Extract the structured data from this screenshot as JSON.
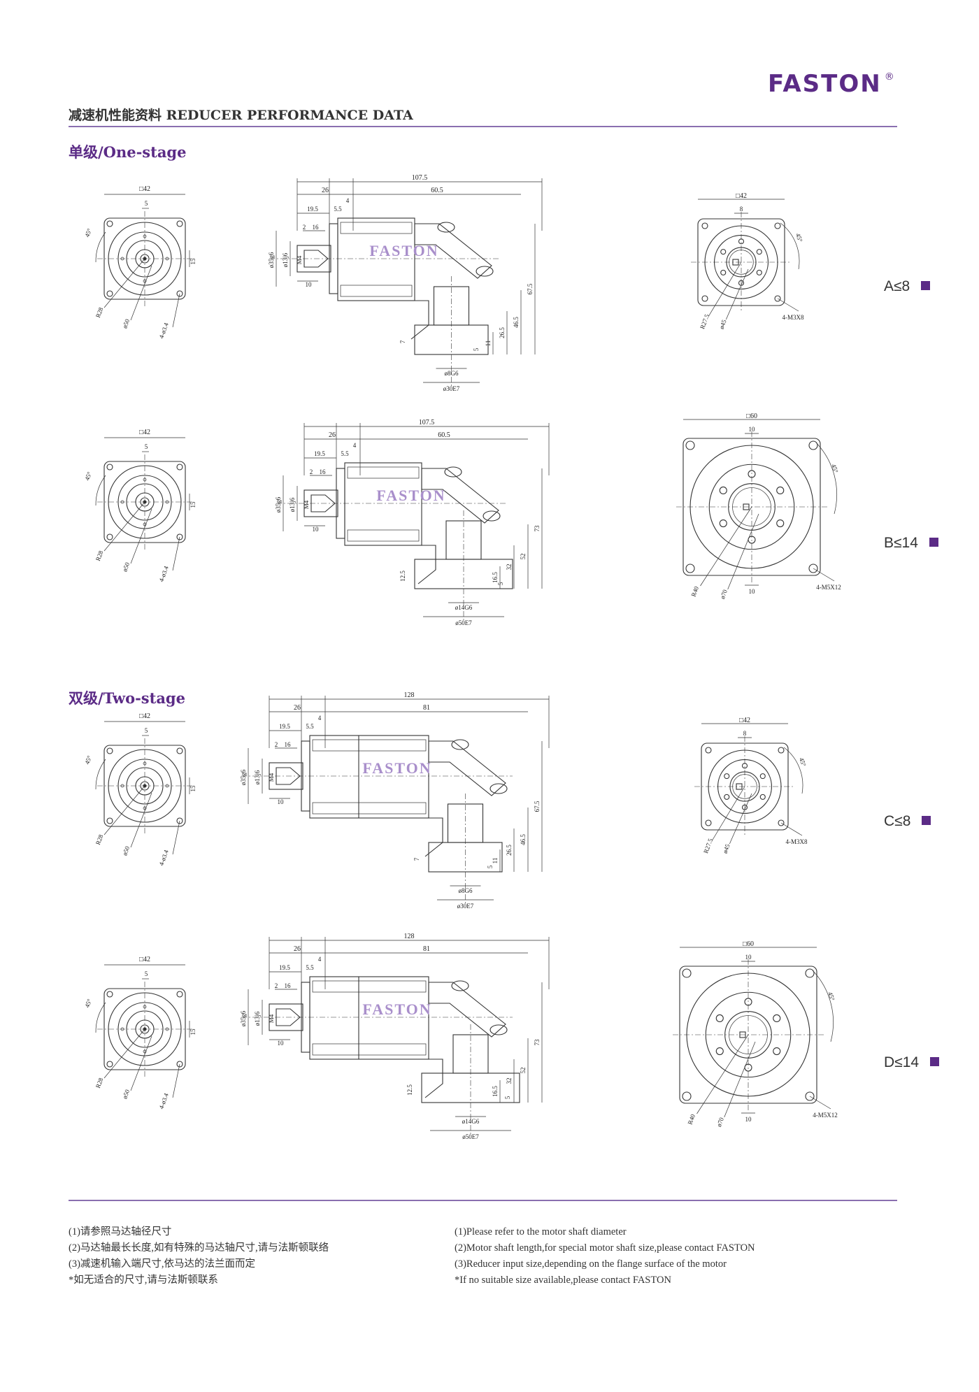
{
  "brand": {
    "name": "FASTON",
    "registered": "®"
  },
  "header": {
    "title": "减速机性能资料 REDUCER PERFORMANCE DATA"
  },
  "sections": {
    "one_stage": "单级/One-stage",
    "two_stage": "双级/Two-stage"
  },
  "watermark": "FASTON",
  "drawings": [
    {
      "label": "A≤8",
      "front": {
        "square": "□42",
        "top": "5",
        "angle": "45°",
        "right": "15",
        "r": "R28",
        "d": "ø50",
        "holes": "4-ø3.4"
      },
      "side": {
        "total": "107.5",
        "a": "26",
        "b": "60.5",
        "c": "19.5",
        "d": "5.5",
        "e": "4",
        "f": "2",
        "g": "16",
        "h": "10",
        "d1": "ø35g6",
        "d2": "ø13j6",
        "m": "M4",
        "v1": "67.5",
        "v2": "46.5",
        "v3": "26.5",
        "v4": "11",
        "v5": "5",
        "v6": "7",
        "shaft": "ø8G6",
        "bore": "ø30E7"
      },
      "back": {
        "square": "□42",
        "top": "8",
        "angle": "45°",
        "r": "R27.5",
        "d": "ø45",
        "holes": "4-M3X8"
      }
    },
    {
      "label": "B≤14",
      "front": {
        "square": "□42",
        "top": "5",
        "angle": "45°",
        "right": "15",
        "r": "R28",
        "d": "ø50",
        "holes": "4-ø3.4"
      },
      "side": {
        "total": "107.5",
        "a": "26",
        "b": "60.5",
        "c": "19.5",
        "d": "5.5",
        "e": "4",
        "f": "2",
        "g": "16",
        "h": "10",
        "d1": "ø35g6",
        "d2": "ø13j6",
        "m": "M4",
        "v1": "73",
        "v2": "52",
        "v3": "32",
        "v4": "16.5",
        "v5": "5",
        "v6": "12.5",
        "shaft": "ø14G6",
        "bore": "ø50E7"
      },
      "back": {
        "square": "□60",
        "top": "10",
        "angle": "45°",
        "r": "R40",
        "d": "ø70",
        "holes": "4-M5X12",
        "bottom": "10"
      }
    },
    {
      "label": "C≤8",
      "front": {
        "square": "□42",
        "top": "5",
        "angle": "45°",
        "right": "15",
        "r": "R28",
        "d": "ø50",
        "holes": "4-ø3.4"
      },
      "side": {
        "total": "128",
        "a": "26",
        "b": "81",
        "c": "19.5",
        "d": "5.5",
        "e": "4",
        "f": "2",
        "g": "16",
        "h": "10",
        "d1": "ø35g6",
        "d2": "ø13j6",
        "m": "M4",
        "v1": "67.5",
        "v2": "46.5",
        "v3": "26.5",
        "v4": "11",
        "v5": "5",
        "v6": "7",
        "shaft": "ø8G6",
        "bore": "ø30E7"
      },
      "back": {
        "square": "□42",
        "top": "8",
        "angle": "45°",
        "r": "R27.5",
        "d": "ø45",
        "holes": "4-M3X8"
      }
    },
    {
      "label": "D≤14",
      "front": {
        "square": "□42",
        "top": "5",
        "angle": "45°",
        "right": "15",
        "r": "R28",
        "d": "ø50",
        "holes": "4-ø3.4"
      },
      "side": {
        "total": "128",
        "a": "26",
        "b": "81",
        "c": "19.5",
        "d": "5.5",
        "e": "4",
        "f": "2",
        "g": "16",
        "h": "10",
        "d1": "ø35g6",
        "d2": "ø13j6",
        "m": "M4",
        "v1": "73",
        "v2": "52",
        "v3": "32",
        "v4": "16.5",
        "v5": "5",
        "v6": "12.5",
        "shaft": "ø14G6",
        "bore": "ø50E7"
      },
      "back": {
        "square": "□60",
        "top": "10",
        "angle": "45°",
        "r": "R40",
        "d": "ø70",
        "holes": "4-M5X12",
        "bottom": "10"
      }
    }
  ],
  "notes_cn": [
    "(1)请参照马达轴径尺寸",
    "(2)马达轴最长长度,如有特殊的马达轴尺寸,请与法斯顿联络",
    "(3)减速机输入端尺寸,依马达的法兰面而定",
    "*如无适合的尺寸,请与法斯顿联系"
  ],
  "notes_en": [
    "(1)Please refer to the motor shaft diameter",
    "(2)Motor shaft length,for special motor shaft size,please contact FASTON",
    "(3)Reducer input size,depending on the flange surface of the motor",
    "*If no suitable size available,please contact FASTON"
  ],
  "colors": {
    "brand": "#5b2b86",
    "rule": "#8a6fb0",
    "line": "#333333",
    "watermark": "#a98fcb"
  }
}
